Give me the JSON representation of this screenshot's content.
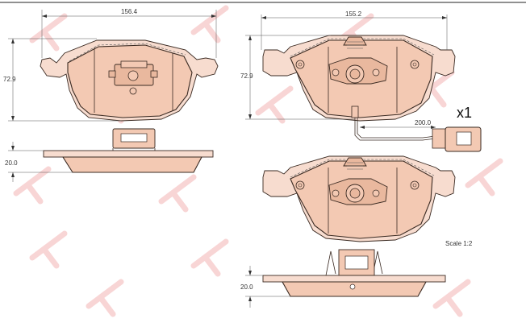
{
  "dimensions": {
    "width_left": "156.4",
    "height_left": "72.9",
    "thickness_left": "20.0",
    "width_right": "155.2",
    "height_right": "72.9",
    "sensor_length": "200.0",
    "thickness_right": "20.0"
  },
  "quantity_label": "x1",
  "scale_label": "Scale 1:2",
  "colors": {
    "pad_fill": "#f3c9b3",
    "outline": "#3a2a22",
    "watermark": "#f3b2b2"
  }
}
